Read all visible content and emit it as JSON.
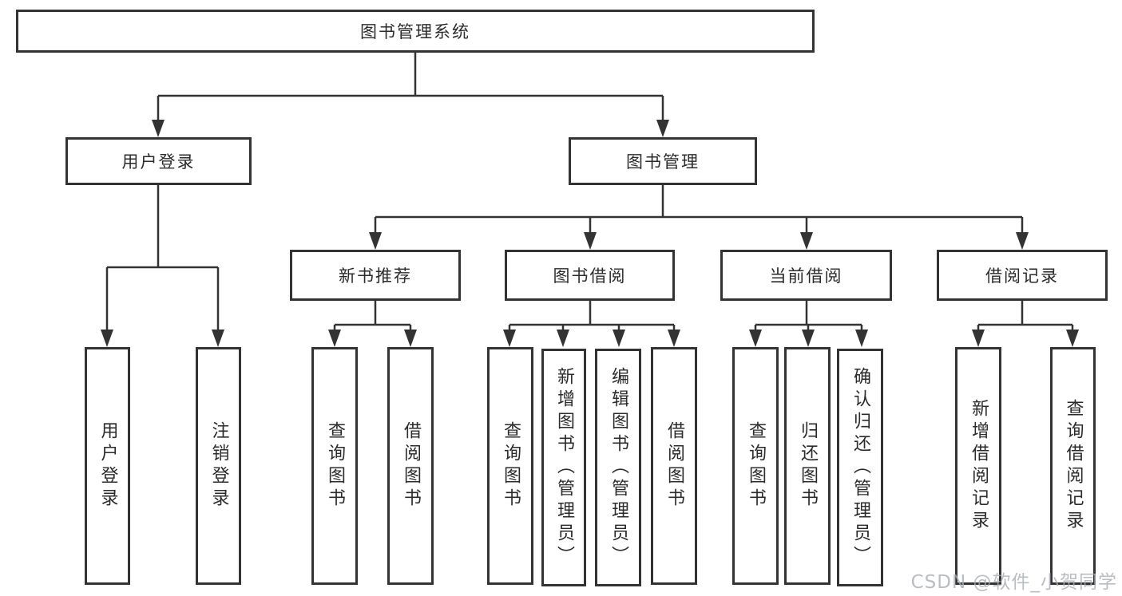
{
  "diagram": {
    "type": "tree",
    "root": {
      "label": "图书管理系统"
    },
    "children": [
      {
        "label": "用户登录",
        "children": [
          {
            "label": "用户登录"
          },
          {
            "label": "注销登录"
          }
        ]
      },
      {
        "label": "图书管理",
        "children": [
          {
            "label": "新书推荐",
            "children": [
              {
                "label": "查询图书"
              },
              {
                "label": "借阅图书"
              }
            ]
          },
          {
            "label": "图书借阅",
            "children": [
              {
                "label": "查询图书"
              },
              {
                "label": "新增图书（管理员）"
              },
              {
                "label": "编辑图书（管理员）"
              },
              {
                "label": "借阅图书"
              }
            ]
          },
          {
            "label": "当前借阅",
            "children": [
              {
                "label": "查询图书"
              },
              {
                "label": "归还图书"
              },
              {
                "label": "确认归还（管理员）"
              }
            ]
          },
          {
            "label": "借阅记录",
            "children": [
              {
                "label": "新增借阅记录"
              },
              {
                "label": "查询借阅记录"
              }
            ]
          }
        ]
      }
    ]
  },
  "colors": {
    "line": "#333333",
    "text": "#2b2b2b",
    "watermark": "#a9adb3"
  },
  "watermark": {
    "text": "CSDN @软件_小贺同学"
  }
}
